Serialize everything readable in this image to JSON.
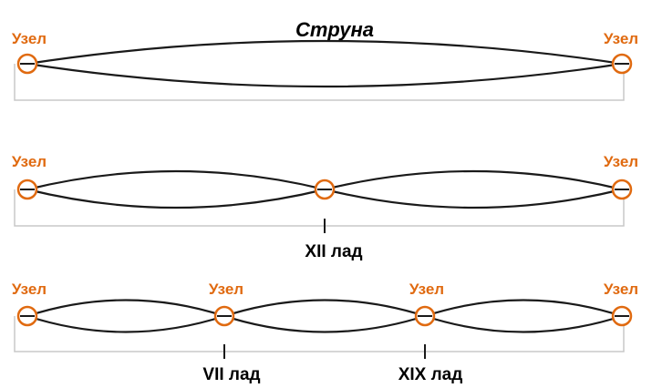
{
  "title": "Струна",
  "colors": {
    "node": "#e06a10",
    "line": "#1a1a1a",
    "rail": "#c8c8c8",
    "text": "#000000"
  },
  "node_label": "Узел",
  "rows": [
    {
      "node_labels": [
        "Узел",
        "Узел"
      ],
      "fret_labels": []
    },
    {
      "node_labels": [
        "Узел",
        "Узел"
      ],
      "fret_labels": [
        "XII лад"
      ]
    },
    {
      "node_labels": [
        "Узел",
        "Узел",
        "Узел",
        "Узел"
      ],
      "fret_labels": [
        "VII лад",
        "XIX лад"
      ]
    }
  ],
  "icons": {
    "node": "node-circle-icon"
  }
}
